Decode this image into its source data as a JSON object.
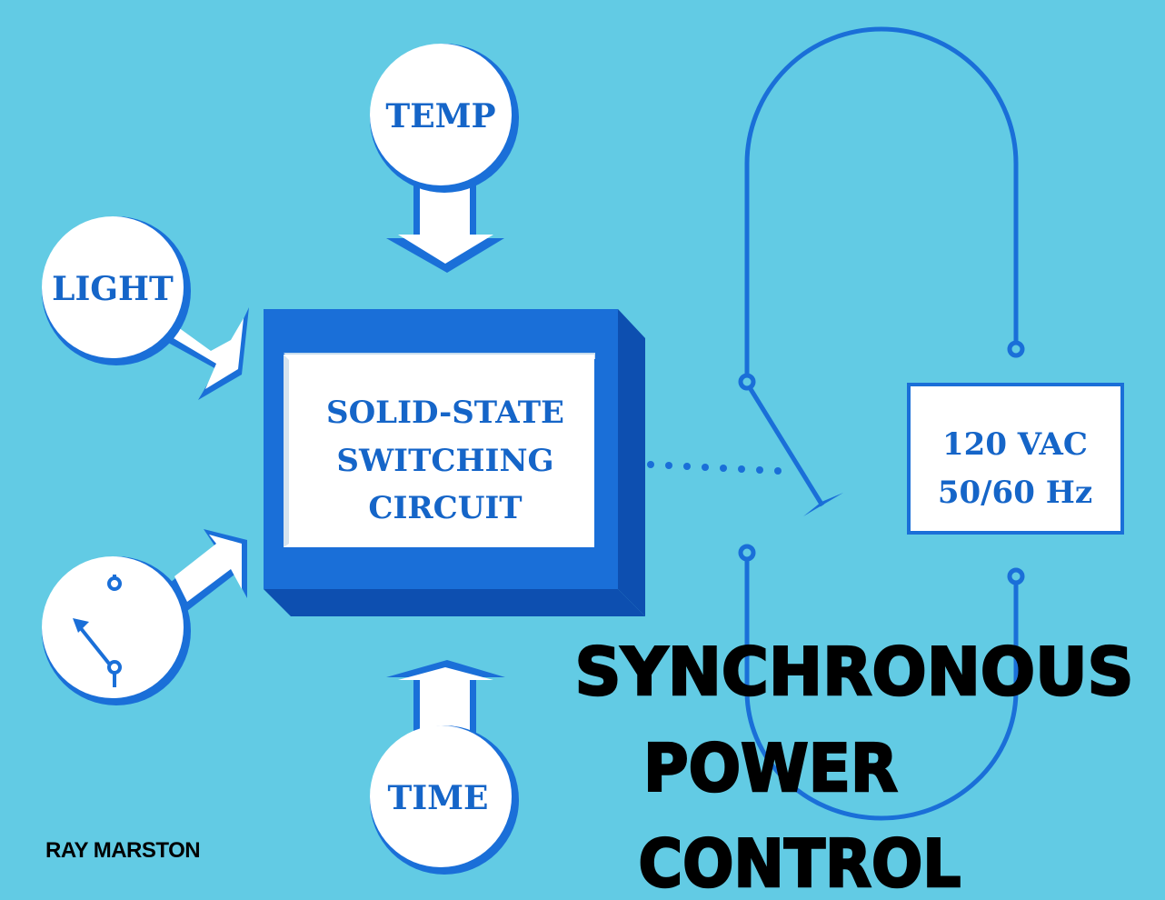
{
  "inputs": {
    "temp_label": "TEMP",
    "light_label": "LIGHT",
    "time_label": "TIME",
    "switch_icon": "switch-icon"
  },
  "circuit_box": {
    "line1": "SOLID-STATE",
    "line2": "SWITCHING",
    "line3": "CIRCUIT"
  },
  "supply": {
    "line1": "120 VAC",
    "line2": "50/60 Hz"
  },
  "title": {
    "line1": "SYNCHRONOUS",
    "line2": "POWER",
    "line3": "CONTROL"
  },
  "author": "RAY MARSTON",
  "colors": {
    "background": "#62cbe4",
    "accent_blue": "#1a6fd8",
    "text_blue": "#1565c8",
    "white": "#ffffff",
    "title": "#000000"
  }
}
